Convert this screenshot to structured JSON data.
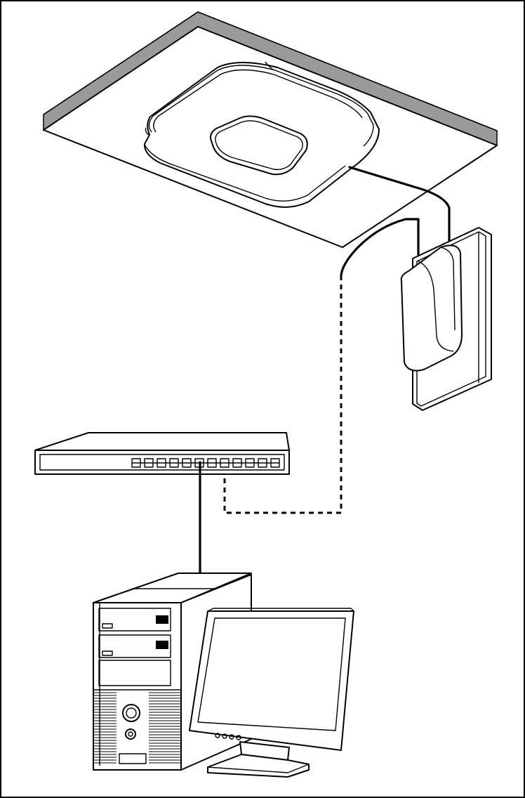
{
  "diagram": {
    "type": "network-installation-illustration",
    "nodes": [
      {
        "id": "ceiling-access-point",
        "icon": "ceiling-mounted-wireless-access-point"
      },
      {
        "id": "poe-injector",
        "icon": "wall-mounted-poe-adapter"
      },
      {
        "id": "network-switch",
        "icon": "rack-network-switch",
        "port_count": 12
      },
      {
        "id": "computer",
        "icon": "desktop-tower-pc"
      },
      {
        "id": "monitor",
        "icon": "lcd-monitor"
      }
    ],
    "connections": [
      {
        "from": "ceiling-access-point",
        "to": "poe-injector",
        "style": "solid"
      },
      {
        "from": "poe-injector",
        "to": "network-switch",
        "style": "dashed"
      },
      {
        "from": "network-switch",
        "to": "computer",
        "style": "solid"
      }
    ],
    "colors": {
      "line": "#000000",
      "background": "#ffffff",
      "ceiling_edge": "#9a9a9a"
    }
  }
}
